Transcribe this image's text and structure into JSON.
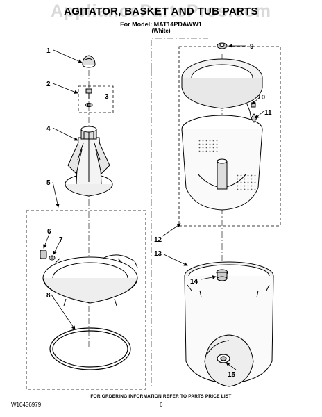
{
  "header": {
    "title": "AGITATOR, BASKET AND TUB PARTS",
    "model_line": "For Model: MAT14PDAWW1",
    "color_note": "(White)"
  },
  "watermark": "AppliancePartsPros.com",
  "callouts": [
    "1",
    "2",
    "3",
    "4",
    "5",
    "6",
    "7",
    "8",
    "9",
    "10",
    "11",
    "12",
    "13",
    "14",
    "15"
  ],
  "footer": {
    "note": "FOR ORDERING INFORMATION REFER TO PARTS PRICE LIST",
    "doc_number": "W10436979",
    "page_number": "6"
  },
  "icons": {
    "part_1": "agitator-cap-icon",
    "part_2_3": "bolt-and-washer-icon",
    "part_4": "agitator-icon",
    "part_6_7": "drain-fitting-icon",
    "part_8": "snubber-ring-icon",
    "part_9": "basket-nut-icon",
    "part_10_12": "basket-icon",
    "part_13": "outer-tub-icon",
    "part_14": "tub-bearing-icon",
    "part_15": "tub-drain-seal-icon"
  }
}
